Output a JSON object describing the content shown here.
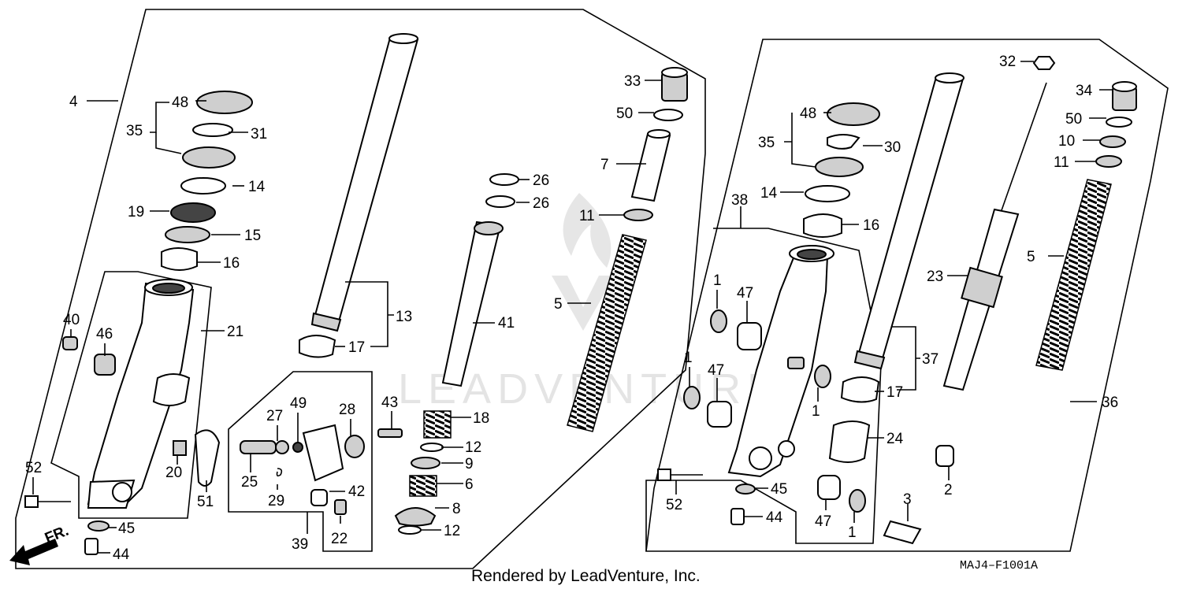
{
  "diagram": {
    "watermark": "LEADVENTURE",
    "footer": "Rendered by LeadVenture, Inc.",
    "drawing_code": "MAJ4–F1001A",
    "front_arrow": "FR.",
    "left_assembly": {
      "labels": {
        "p4": "4",
        "p48": "48",
        "p35": "35",
        "p31": "31",
        "p14": "14",
        "p19": "19",
        "p15": "15",
        "p16": "16",
        "p40": "40",
        "p46": "46",
        "p21": "21",
        "p13": "13",
        "p17": "17",
        "p20": "20",
        "p51": "51",
        "p52": "52",
        "p45": "45",
        "p44": "44",
        "p27": "27",
        "p49": "49",
        "p28": "28",
        "p25": "25",
        "p29": "29",
        "p42": "42",
        "p39": "39",
        "p22": "22",
        "p43": "43",
        "p26a": "26",
        "p26b": "26",
        "p41": "41",
        "p18": "18",
        "p12a": "12",
        "p9": "9",
        "p6": "6",
        "p8": "8",
        "p12b": "12",
        "p33": "33",
        "p50": "50",
        "p7": "7",
        "p11": "11",
        "p5": "5"
      }
    },
    "right_assembly": {
      "labels": {
        "p32": "32",
        "p34": "34",
        "p48": "48",
        "p35": "35",
        "p30": "30",
        "p50": "50",
        "p10": "10",
        "p11": "11",
        "p14": "14",
        "p38": "38",
        "p16": "16",
        "p5": "5",
        "p23": "23",
        "p1a": "1",
        "p47a": "47",
        "p37": "37",
        "p1b": "1",
        "p47b": "47",
        "p1c": "1",
        "p17": "17",
        "p36": "36",
        "p24": "24",
        "p52": "52",
        "p45": "45",
        "p44": "44",
        "p2": "2",
        "p3": "3",
        "p47c": "47",
        "p1d": "1"
      }
    }
  }
}
